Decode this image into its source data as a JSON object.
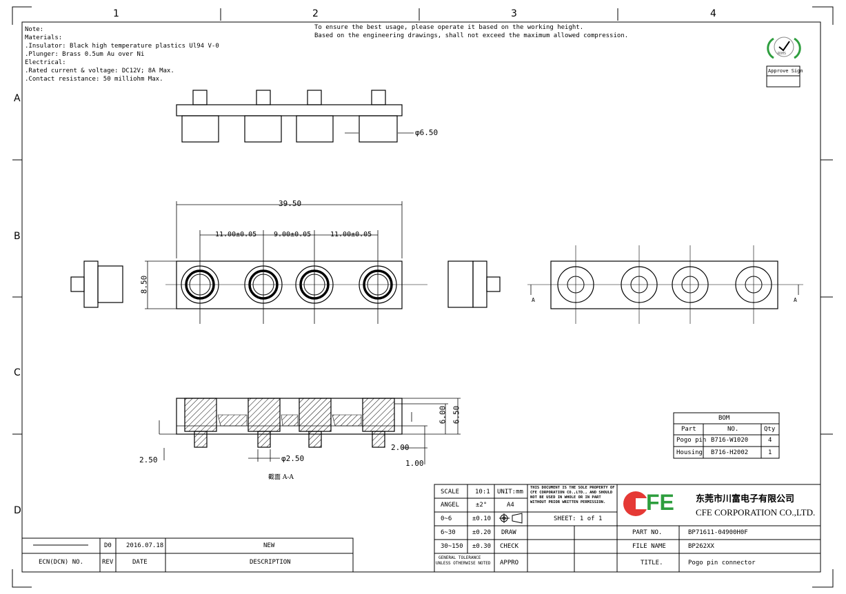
{
  "zones": {
    "columns": [
      "1",
      "2",
      "3",
      "4"
    ],
    "rows": [
      "A",
      "B",
      "C",
      "D"
    ]
  },
  "notes": {
    "lines": [
      "Note:",
      "Materials:",
      " .Insulator: Black high temperature plastics Ul94 V-0",
      " .Plunger: Brass 0.5um Au over Ni",
      "Electrical:",
      " .Rated current & voltage: DC12V; 8A Max.",
      " .Contact resistance: 50 milliohm Max."
    ],
    "usage": [
      "To ensure the best usage, please operate it based on the working height.",
      "Based on the engineering drawings, shall not exceed the maximum allowed compression."
    ]
  },
  "rohs": {
    "badge": "ROHS",
    "approve": "Approve Sign"
  },
  "dims": {
    "diameter_top": "φ6.50",
    "overall": "39.50",
    "p1": "11.00±0.05",
    "p2": "9.00±0.05",
    "p3": "11.00±0.05",
    "height": "8.50",
    "h600": "6.00",
    "h650": "6.50",
    "d250_left": "2.50",
    "d250_dia": "φ2.50",
    "d200": "2.00",
    "d100": "1.00",
    "section_label": "截面  A-A",
    "section_marker": "A"
  },
  "bom": {
    "title": "BOM",
    "headers": [
      "Part",
      "NO.",
      "Qty"
    ],
    "rows": [
      [
        "Pogo pin",
        "B716-W1020",
        "4"
      ],
      [
        "Housing",
        "B716-H2002",
        "1"
      ]
    ]
  },
  "revision": {
    "row": {
      "rev": "D0",
      "date": "2016.07.18",
      "desc": "NEW"
    },
    "headers": {
      "ecn": "ECN(DCN) NO.",
      "rev": "REV",
      "date": "DATE",
      "desc": "DESCRIPTION"
    }
  },
  "titleblock": {
    "scale_label": "SCALE",
    "scale": "10:1",
    "unit": "UNIT:mm",
    "angel_label": "ANGEL",
    "angel": "±2°",
    "paper": "A4",
    "tol1_label": "0~6",
    "tol1": "±0.10",
    "tol2_label": "6~30",
    "tol2": "±0.20",
    "tol3_label": "30~150",
    "tol3": "±0.30",
    "general": "GENERAL TOLERANCE",
    "unless": "UNLESS OTHERWISE NOTED",
    "property": [
      "THIS DOCUMENT IS THE SOLE PROPERTY OF",
      "CFE CORPORATION CO.,LTD., AND SHOULD",
      "NOT BE USED IN WHOLE OR IN PART",
      "WITHOUT PRIOR WRITTEN PERMISSION."
    ],
    "sheet": "SHEET: 1 of 1",
    "draw": "DRAW",
    "check": "CHECK",
    "appro": "APPRO",
    "part_label": "PART NO.",
    "part_no": "BP71611-04900H0F",
    "file_label": "FILE NAME",
    "file_name": "BP262XX",
    "title_label": "TITLE.",
    "title": "Pogo pin connector",
    "company_cn": "东莞市川富电子有限公司",
    "company_en": "CFE CORPORATION CO.,LTD.",
    "logo": "FE"
  },
  "colors": {
    "logo_red": "#e53935",
    "logo_green": "#2e9e3e",
    "hatch": "#000000"
  }
}
